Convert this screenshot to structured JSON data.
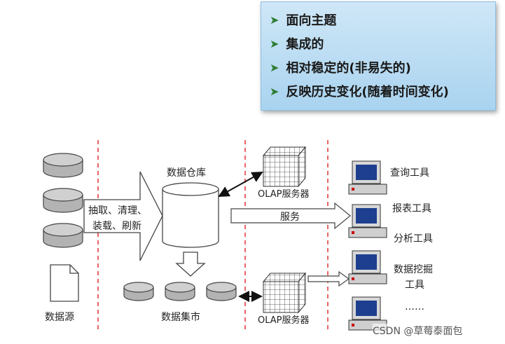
{
  "features": [
    {
      "text": "面向主题"
    },
    {
      "text": "集成的"
    },
    {
      "text": "相对稳定的(非易失的)"
    },
    {
      "text": "反映历史变化(随着时间变化)"
    }
  ],
  "labels": {
    "data_sources": "数据源",
    "etl_line1": "抽取、清理、",
    "etl_line2": "装载、刷新",
    "data_warehouse": "数据仓库",
    "data_marts": "数据集市",
    "olap_server_top": "OLAP服务器",
    "olap_server_bottom": "OLAP服务器",
    "service": "服务"
  },
  "tools": [
    {
      "label": "查询工具"
    },
    {
      "label": "报表工具"
    },
    {
      "label": "分析工具"
    },
    {
      "label": "数据挖掘"
    },
    {
      "label": "工具"
    },
    {
      "label": "……"
    }
  ],
  "watermark": "CSDN @草莓泰面包",
  "colors": {
    "feature_bg": "#bfe0f5",
    "bullet": "#2e7d32",
    "divider": "#e03030",
    "cylinder": "#b3b3b3",
    "monitor_screen": "#1e3f8f"
  }
}
